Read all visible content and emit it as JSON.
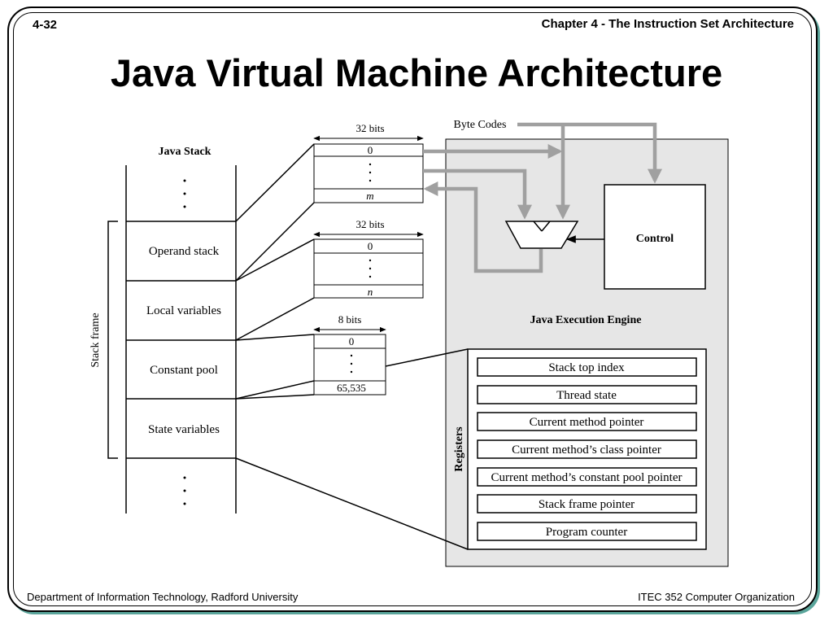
{
  "header": {
    "slide_number": "4-32",
    "chapter": "Chapter 4 - The Instruction Set Architecture"
  },
  "title": "Java Virtual Machine Architecture",
  "footer": {
    "left": "Department of Information Technology, Radford University",
    "right": "ITEC 352 Computer Organization"
  },
  "diagram": {
    "java_stack": {
      "title": "Java Stack",
      "items": [
        "Operand stack",
        "Local variables",
        "Constant pool",
        "State variables"
      ],
      "bracket_label": "Stack frame"
    },
    "memories": [
      {
        "width_label": "32 bits",
        "first": "0",
        "last": "m"
      },
      {
        "width_label": "32 bits",
        "first": "0",
        "last": "n"
      },
      {
        "width_label": "8 bits",
        "first": "0",
        "last": "65,535"
      }
    ],
    "byte_codes": "Byte Codes",
    "control": "Control",
    "engine_label": "Java Execution Engine",
    "registers_label": "Registers",
    "registers": [
      "Stack top index",
      "Thread state",
      "Current method pointer",
      "Current method’s class pointer",
      "Current method’s constant pool pointer",
      "Stack frame pointer",
      "Program counter"
    ],
    "colors": {
      "engine_fill": "#e6e6e6",
      "arrow_gray": "#a0a0a0"
    }
  }
}
